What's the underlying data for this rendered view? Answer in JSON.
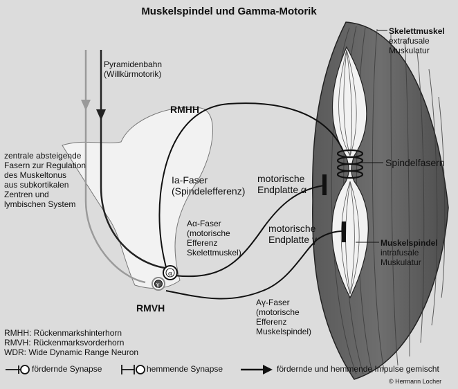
{
  "title": "Muskelspindel und Gamma-Motorik",
  "labels": {
    "pyramidenbahn_1": "Pyramidenbahn",
    "pyramidenbahn_2": "(Willkürmotorik)",
    "rmhh": "RMHH",
    "rmvh": "RMVH",
    "zentrale_1": "zentrale absteigende",
    "zentrale_2": "Fasern zur Regulation",
    "zentrale_3": "des Muskeltonus",
    "zentrale_4": "aus subkortikalen",
    "zentrale_5": "Zentren und",
    "zentrale_6": "lymbischen System",
    "ia_1": "Ia-Faser",
    "ia_2": "(Spindelefferenz)",
    "aalpha_1": "Aα-Faser",
    "aalpha_2": "(motorische",
    "aalpha_3": "Efferenz",
    "aalpha_4": "Skelettmuskel)",
    "agamma_1": "Aγ-Faser",
    "agamma_2": "(motorische",
    "agamma_3": "Efferenz",
    "agamma_4": "Muskelspindel)",
    "endplatte_alpha_1": "motorische",
    "endplatte_alpha_2": "Endplatte α",
    "endplatte_gamma_1": "motorische",
    "endplatte_gamma_2": "Endplatte γ",
    "skelettmuskel_1": "Skelettmuskel",
    "skelettmuskel_2": "extrafusale",
    "skelettmuskel_3": "Muskulatur",
    "spindelfasern": "Spindelfasern",
    "muskelspindel_1": "Muskelspindel",
    "muskelspindel_2": "intrafusale",
    "muskelspindel_3": "Muskulatur",
    "neuron_alpha": "α",
    "neuron_gamma": "γ"
  },
  "abbreviations": [
    "RMHH: Rückenmarkshinterhorn",
    "RMVH: Rückenmarksvorderhorn",
    "WDR: Wide Dynamic Range Neuron"
  ],
  "legend": {
    "excitatory": "fördernde Synapse",
    "inhibitory": "hemmende Synapse",
    "mixed": "fördernde und hemmende Impulse gemischt"
  },
  "copyright": "© Hermann Locher"
}
